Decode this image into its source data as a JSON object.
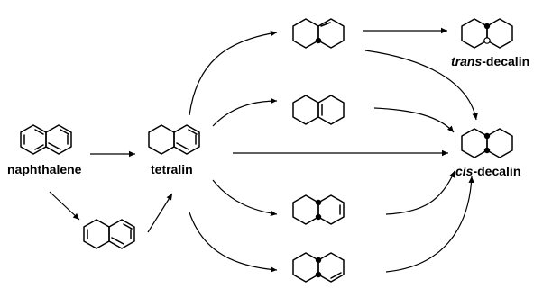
{
  "labels": {
    "naphthalene": "naphthalene",
    "tetralin": "tetralin",
    "trans_prefix": "trans",
    "trans_suffix": "-decalin",
    "cis_prefix": "cis",
    "cis_suffix": "-decalin"
  }
}
